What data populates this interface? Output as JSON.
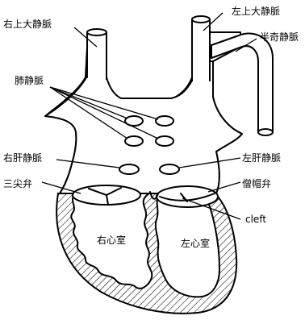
{
  "labels": {
    "right_svc": "右上大静脈",
    "left_svc": "左上大静脈",
    "hemiazygos": "半奇静脈",
    "pulmonary_veins": "肺静脈",
    "right_hepatic_vein": "右肝静脈",
    "left_hepatic_vein": "左肝静脈",
    "tricuspid_valve": "三尖弁",
    "mitral_valve": "僧帽弁",
    "cleft": "cleft",
    "right_ventricle": "右心室",
    "left_ventricle": "左心室"
  }
}
